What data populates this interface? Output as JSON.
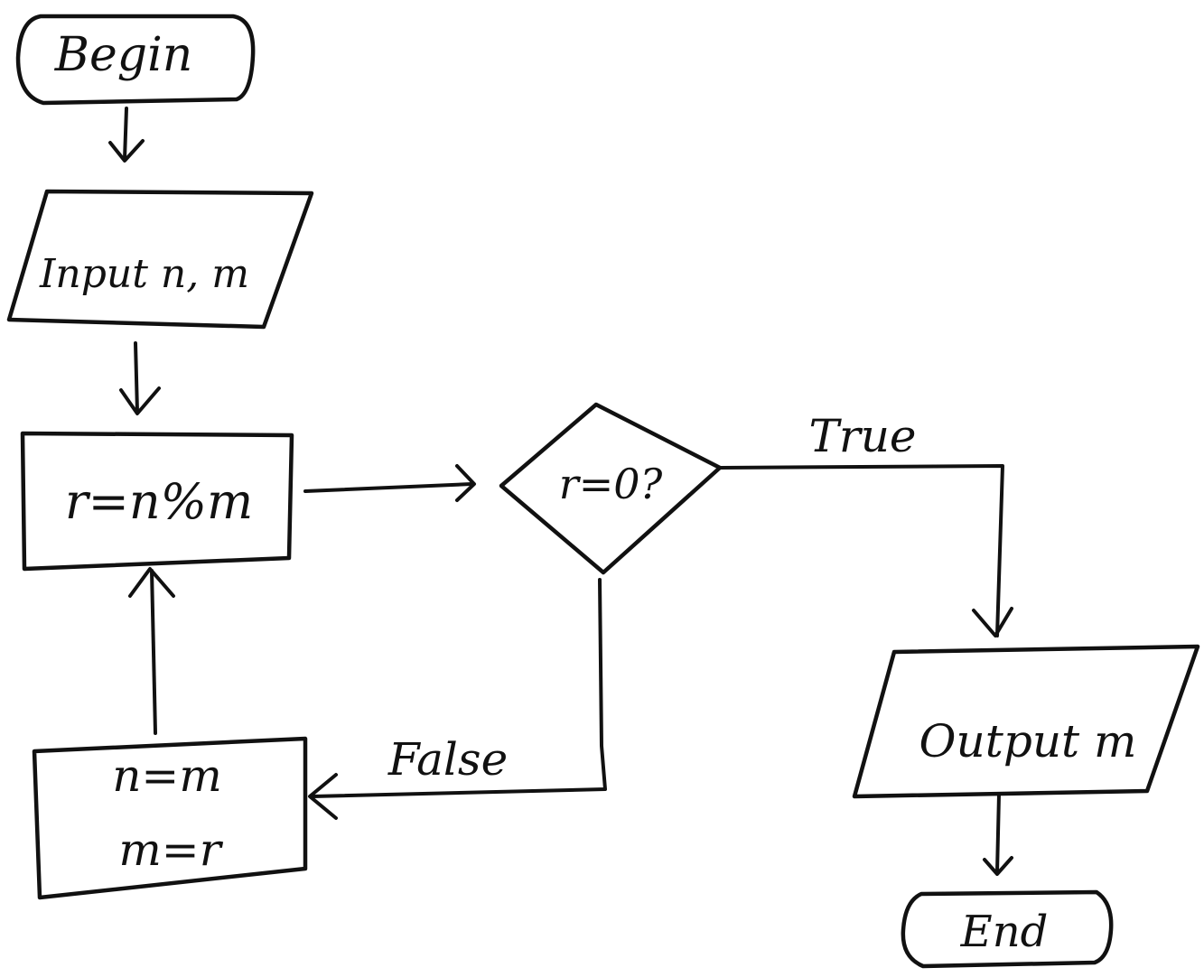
{
  "nodes": {
    "begin": "Begin",
    "input": "Input n, m",
    "remainder": "r=n%m",
    "decision": "r=0?",
    "swap_line1": "n=m",
    "swap_line2": "m=r",
    "output": "Output m",
    "end": "End"
  },
  "edges": {
    "true_label": "True",
    "false_label": "False"
  }
}
